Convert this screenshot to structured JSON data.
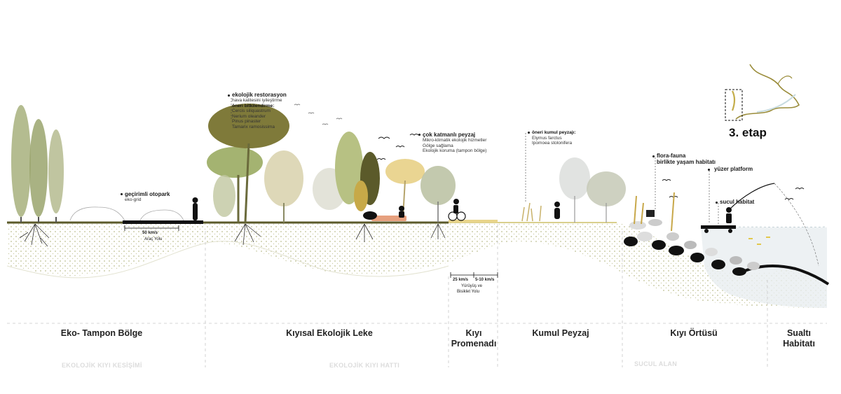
{
  "stage": {
    "label": "3. etap"
  },
  "annotations": {
    "restoration": {
      "title": "ekolojik restorasyon",
      "line1": "hava kalitesini iyileştirme",
      "subtitle": "öneri bitkilendirme:",
      "plants": [
        "Cercis siliquastrum",
        "Nerium oleander",
        "Pinus pinaster",
        "Tamarix ramosissima"
      ]
    },
    "parking": {
      "title": "geçirimli otopark",
      "sub": "eko-grid"
    },
    "layered": {
      "title": "çok katmanlı peyzaj",
      "lines": [
        "Mikro-klimatik ekolojik hizmetler",
        "Gölge sağlama",
        "Ekolojik koruma (tampon bölge)"
      ]
    },
    "dune": {
      "title": "öneri kumul peyzajı:",
      "lines": [
        "Elymus farctus",
        "Ipomoea stolonifera"
      ]
    },
    "flora": {
      "title1": "flora-fauna",
      "title2": "birlikte yaşam habitatı"
    },
    "floating": {
      "title": "yüzer platform"
    },
    "aquatic": {
      "title": "sucul habitat"
    }
  },
  "roads": {
    "vehicle_speed": "50 km/s",
    "vehicle_name": "Araç Yolu",
    "walk_speed": "25 km/s",
    "bike_speed": "5-10 km/s",
    "path_name1": "Yürüyüş ve",
    "path_name2": "Bisiklet Yolu"
  },
  "zones": [
    {
      "l1": "Eko- Tampon Bölge",
      "l2": ""
    },
    {
      "l1": "Kıyısal Ekolojik Leke",
      "l2": ""
    },
    {
      "l1": "Kıyı",
      "l2": "Promenadı"
    },
    {
      "l1": "Kumul Peyzaj",
      "l2": ""
    },
    {
      "l1": "Kıyı Örtüsü",
      "l2": ""
    },
    {
      "l1": "Sualtı",
      "l2": "Habitatı"
    }
  ],
  "super_zones": [
    "EKOLOJİK KIYI KESİŞİMİ",
    "EKOLOJİK KIYI HATTI",
    "SUCUL ALAN"
  ],
  "colors": {
    "ground": "#5b5a2a",
    "soil_dots": "#b8b98a",
    "olive": "#7f7a3a",
    "sage": "#a9b37a",
    "yellow": "#e6cc72",
    "water_line": "#111111"
  }
}
